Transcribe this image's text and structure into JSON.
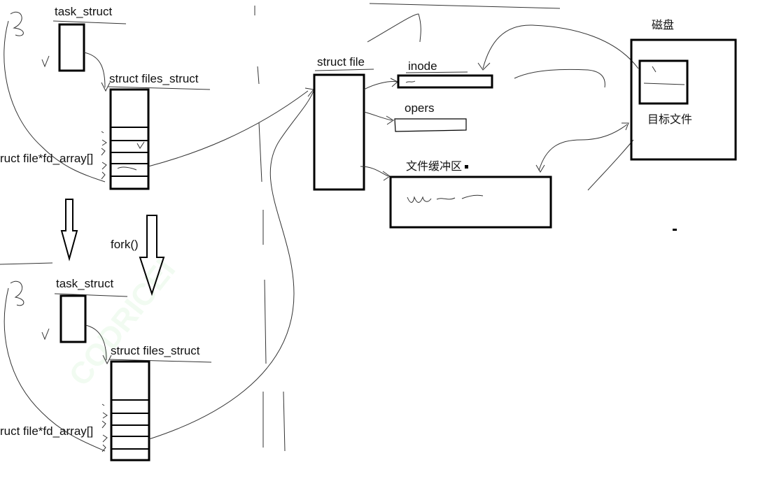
{
  "labels": {
    "task_struct_top": "task_struct",
    "files_struct_top": "struct files_struct",
    "fd_array_top": "ruct file*fd_array[]",
    "fork": "fork()",
    "task_struct_bottom": "task_struct",
    "files_struct_bottom": "struct files_struct",
    "fd_array_bottom": "ruct file*fd_array[]",
    "struct_file": "struct file",
    "inode": "inode",
    "opers": "opers",
    "buffer": "文件缓冲区",
    "disk": "磁盘",
    "target_file": "目标文件"
  },
  "watermark": "CODRICEI",
  "colors": {
    "ink": "#000000",
    "sketch": "#333333",
    "watermark": "#c8f0c8"
  }
}
